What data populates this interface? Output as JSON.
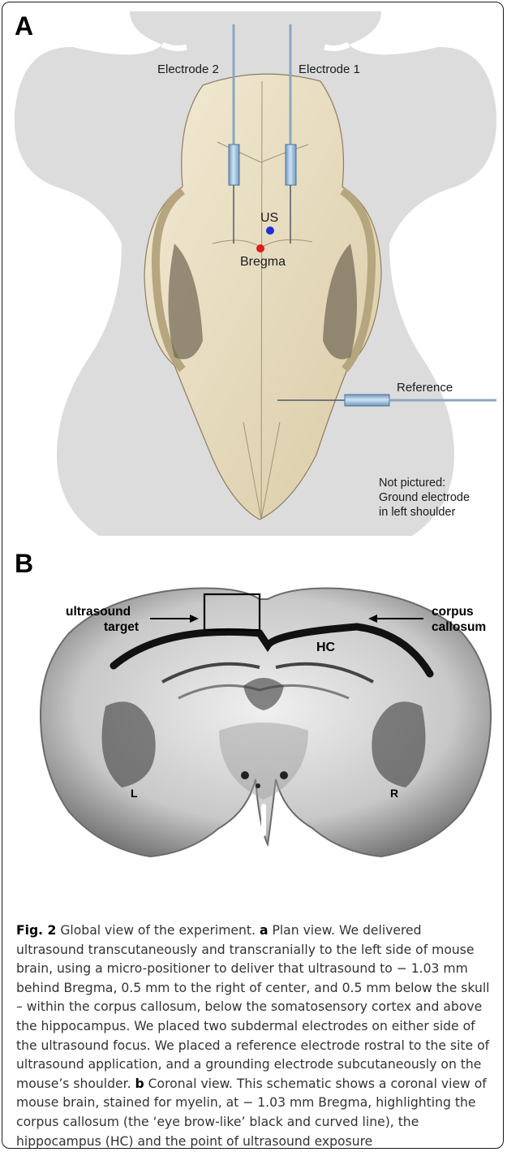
{
  "panel_a": {
    "label": "A",
    "electrode2": "Electrode 2",
    "electrode1": "Electrode 1",
    "us_point": "US",
    "bregma_point": "Bregma",
    "reference": "Reference",
    "note_line1": "Not pictured:",
    "note_line2": "Ground electrode",
    "note_line3": "in left shoulder"
  },
  "panel_b": {
    "label": "B",
    "target_line1": "ultrasound",
    "target_line2": "target",
    "cc_line1": "corpus",
    "cc_line2": "callosum",
    "hc": "HC",
    "left": "L",
    "right": "R"
  },
  "caption": {
    "fig_label": "Fig. 2",
    "title": "Global view of the experiment.",
    "a_label": "a",
    "a_text": "Plan view. We delivered ultrasound transcutaneously and transcranially to the left side of mouse brain, using a micro-positioner to deliver that ultrasound to − 1.03 mm behind Bregma, 0.5 mm to the right of center, and 0.5 mm below the skull – within the corpus callosum, below the somatosensory cortex and above the hippocampus. We placed two subdermal electrodes on either side of the ultrasound focus. We placed a reference electrode rostral to the site of ultrasound application, and a grounding electrode subcutaneously on the mouse’s shoulder.",
    "b_label": "b",
    "b_text": "Coronal view. This schematic shows a coronal view of mouse brain, stained for myelin, at − 1.03 mm Bregma, highlighting the corpus callosum (the ‘eye brow-like’ black and curved line), the hippocampus (HC) and the point of ultrasound exposure"
  },
  "colors": {
    "skin": "#dcdcdc",
    "bone": "#eae0c6",
    "electrode": "#9fc3e0",
    "us_dot": "#1f2fd6",
    "bregma_dot": "#e01b1b"
  }
}
